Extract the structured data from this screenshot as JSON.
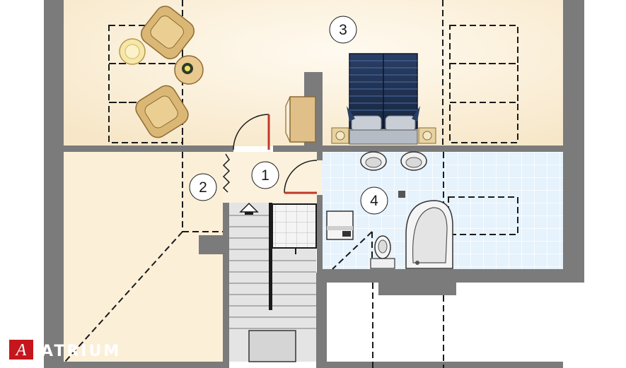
{
  "rooms": [
    {
      "number": "1"
    },
    {
      "number": "2"
    },
    {
      "number": "3"
    },
    {
      "number": "4"
    }
  ],
  "logo": {
    "letter": "A",
    "text": "ATRIUM"
  },
  "colors": {
    "wall": "#7b7b7b",
    "floor_warm": "#fbf0da",
    "floor_bath_tile": "#e3f0fb",
    "stair": "#d6d6d6",
    "dash": "#1a1a1a",
    "logo_red": "#c4161c",
    "furniture_wood": "#e0c088",
    "bed_blue": "#1f3355"
  }
}
